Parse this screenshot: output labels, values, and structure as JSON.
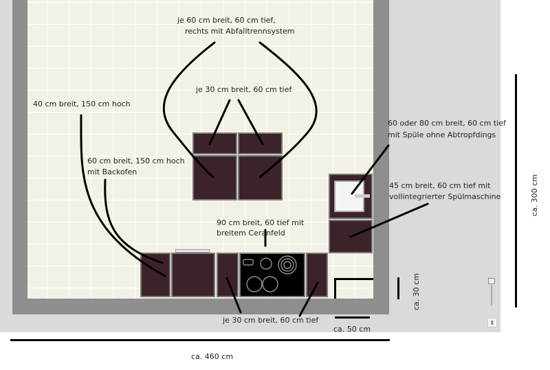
{
  "labels": {
    "top_line1": "je 60 cm breit, 60 cm tief,",
    "top_line2": "rechts mit Abfalltrennsystem",
    "upper_island": "je 30 cm breit, 60 cm tief",
    "tall_left": "40 cm breit, 150 cm hoch",
    "oven_line1": "60 cm breit, 150 cm hoch",
    "oven_line2": "mit Backofen",
    "sink_line1": "60 oder 80 cm breit, 60 cm tief",
    "sink_line2": "mit Spüle ohne Abtropfdings",
    "dish_line1": "45 cm breit, 60 cm tief mit",
    "dish_line2": "vollintegrierter Spülmaschine",
    "cooktop_line1": "90 cm breit, 60 tief mit",
    "cooktop_line2": "breitem Ceranfeld",
    "bottom_small": "je 30 cm breit, 60 cm tief",
    "dim_50": "ca. 50 cm",
    "dim_30": "ca. 30 cm",
    "dim_300": "ca. 300 cm",
    "dim_460": "ca. 460 cm"
  },
  "colors": {
    "cabinet": "#3b2329",
    "wall": "#8e8e8e",
    "floor": "#f1f1e5"
  }
}
